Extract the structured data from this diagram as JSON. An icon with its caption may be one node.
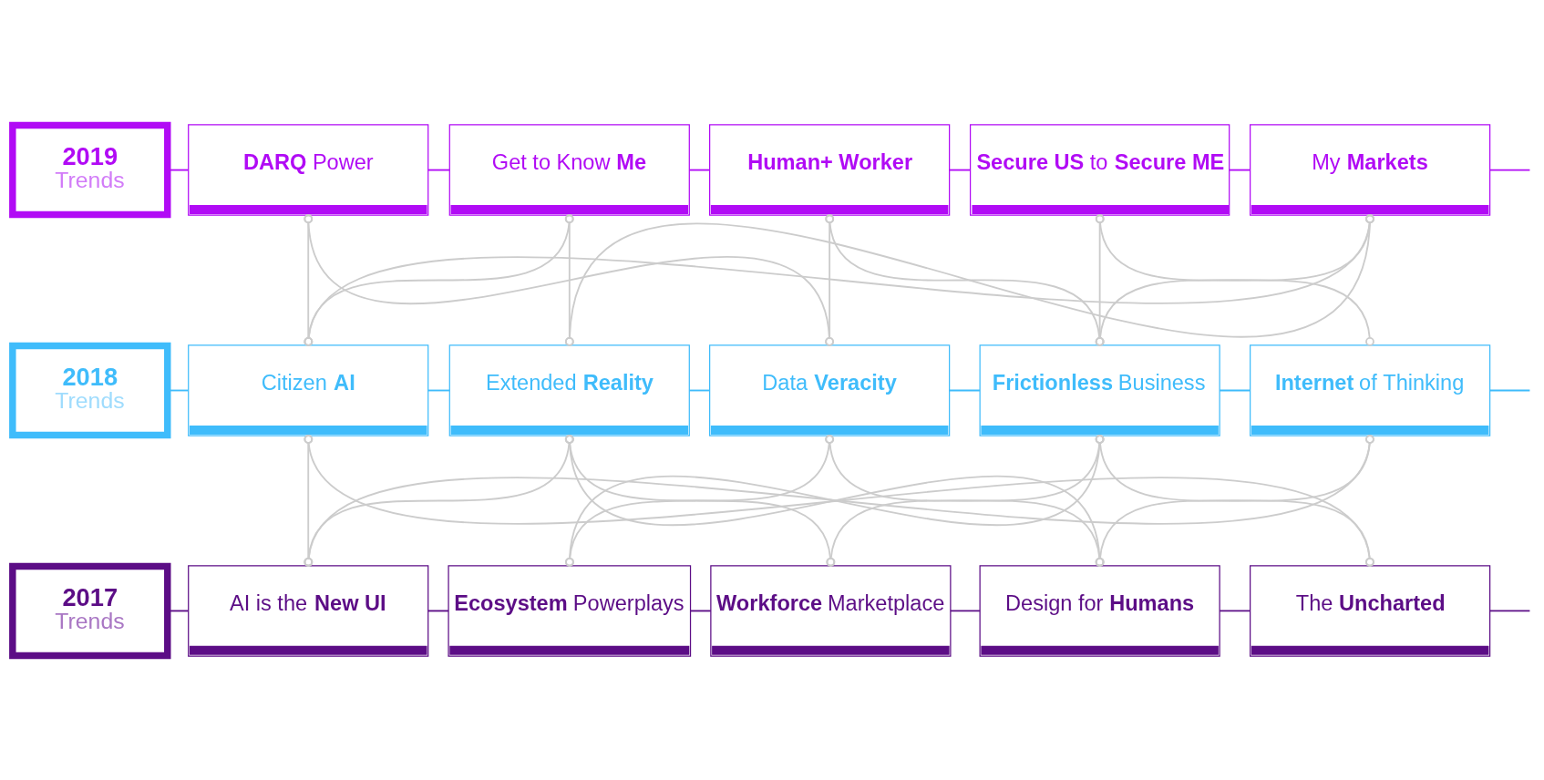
{
  "diagram": {
    "nodes": [
      {
        "text": [
          "2019",
          "Trends"
        ]
      },
      {
        "text": [
          "**DARQ** Power"
        ]
      },
      {
        "text": [
          "Get to Know **Me**"
        ]
      },
      {
        "text": [
          "**Human+ Worker**"
        ]
      },
      {
        "text": [
          "**Secure US** to **Secure ME**"
        ]
      },
      {
        "text": [
          "My **Markets**"
        ]
      },
      {
        "text": [
          "2018",
          "Trends"
        ]
      },
      {
        "text": [
          "Citizen **AI**"
        ]
      },
      {
        "text": [
          "Extended **Reality**"
        ]
      },
      {
        "text": [
          "Data **Veracity**"
        ]
      },
      {
        "text": [
          "**Frictionless** Business"
        ]
      },
      {
        "text": [
          "**Internet** of Thinking"
        ]
      },
      {
        "text": [
          "2017",
          "Trends"
        ]
      },
      {
        "text": [
          "AI is the **New UI**"
        ]
      },
      {
        "text": [
          "**Ecosystem** Powerplays"
        ]
      },
      {
        "text": [
          "**Workforce** Marketplace"
        ]
      },
      {
        "text": [
          "Design for **Humans**"
        ]
      },
      {
        "text": [
          "The **Uncharted**"
        ]
      }
    ],
    "edges": [
      {
        "from": 0,
        "to": 1,
        "arrow": "none",
        "color": "#b10bf5"
      },
      {
        "from": 1,
        "to": 2,
        "arrow": "none",
        "color": "#b10bf5"
      },
      {
        "from": 2,
        "to": 3,
        "arrow": "none",
        "color": "#b10bf5"
      },
      {
        "from": 3,
        "to": 4,
        "arrow": "none",
        "color": "#b10bf5"
      },
      {
        "from": 4,
        "to": 5,
        "arrow": "none",
        "color": "#b10bf5"
      },
      {
        "from": 5,
        "to": null,
        "arrow": "none",
        "color": "#b10bf5"
      },
      {
        "from": 6,
        "to": 7,
        "arrow": "none",
        "color": "#3fbcfb"
      },
      {
        "from": 7,
        "to": 8,
        "arrow": "none",
        "color": "#3fbcfb"
      },
      {
        "from": 8,
        "to": 9,
        "arrow": "none",
        "color": "#3fbcfb"
      },
      {
        "from": 9,
        "to": 10,
        "arrow": "none",
        "color": "#3fbcfb"
      },
      {
        "from": 10,
        "to": 11,
        "arrow": "none",
        "color": "#3fbcfb"
      },
      {
        "from": 11,
        "to": null,
        "arrow": "none",
        "color": "#3fbcfb"
      },
      {
        "from": 12,
        "to": 13,
        "arrow": "none",
        "color": "#5c0d86"
      },
      {
        "from": 13,
        "to": 14,
        "arrow": "none",
        "color": "#5c0d86"
      },
      {
        "from": 14,
        "to": 15,
        "arrow": "none",
        "color": "#5c0d86"
      },
      {
        "from": 15,
        "to": 16,
        "arrow": "none",
        "color": "#5c0d86"
      },
      {
        "from": 16,
        "to": 17,
        "arrow": "none",
        "color": "#5c0d86"
      },
      {
        "from": 17,
        "to": null,
        "arrow": "none",
        "color": "#5c0d86"
      },
      {
        "from": 1,
        "to": 7,
        "arrow": "other"
      },
      {
        "from": 1,
        "to": 9,
        "arrow": "other"
      },
      {
        "from": 2,
        "to": 7,
        "arrow": "other"
      },
      {
        "from": 2,
        "to": 8,
        "arrow": "other"
      },
      {
        "from": 3,
        "to": 9,
        "arrow": "other"
      },
      {
        "from": 3,
        "to": 10,
        "arrow": "other"
      },
      {
        "from": 4,
        "to": 11,
        "arrow": "other"
      },
      {
        "from": 4,
        "to": 10,
        "arrow": "other"
      },
      {
        "from": 5,
        "to": 7,
        "arrow": "other"
      },
      {
        "from": 5,
        "to": 8,
        "arrow": "other"
      },
      {
        "from": 5,
        "to": 10,
        "arrow": "other"
      },
      {
        "from": 7,
        "to": 13,
        "arrow": "other"
      },
      {
        "from": 7,
        "to": 17,
        "arrow": "other"
      },
      {
        "from": 8,
        "to": 13,
        "arrow": "other"
      },
      {
        "from": 8,
        "to": 15,
        "arrow": "other"
      },
      {
        "from": 8,
        "to": 16,
        "arrow": "other"
      },
      {
        "from": 9,
        "to": 14,
        "arrow": "other"
      },
      {
        "from": 9,
        "to": 16,
        "arrow": "other"
      },
      {
        "from": 10,
        "to": 17,
        "arrow": "other"
      },
      {
        "from": 10,
        "to": 15,
        "arrow": "other"
      },
      {
        "from": 10,
        "to": 14,
        "arrow": "other"
      },
      {
        "from": 11,
        "to": 16,
        "arrow": "other"
      },
      {
        "from": 11,
        "to": 13,
        "arrow": "other"
      }
    ]
  }
}
